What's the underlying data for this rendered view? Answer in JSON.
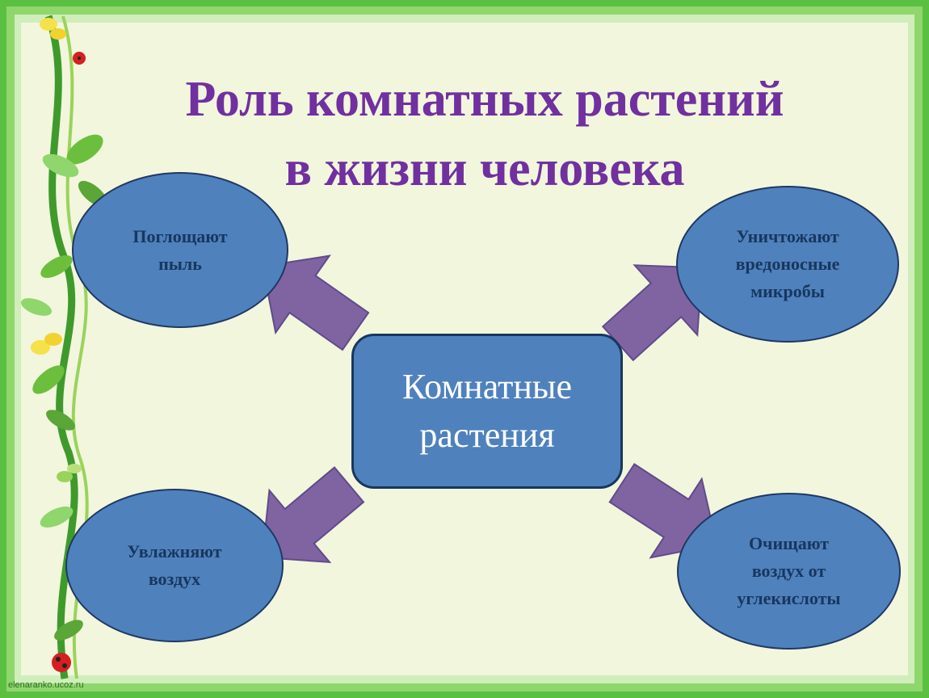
{
  "slide": {
    "title_line1": "Роль комнатных растений",
    "title_line2": "в жизни человека",
    "center": "Комнатные\nрастения",
    "nodes": [
      {
        "id": "top-left",
        "text": "Поглощают\nпыль"
      },
      {
        "id": "top-right",
        "text": "Уничтожают\nвредоносные\nмикробы"
      },
      {
        "id": "bottom-left",
        "text": "Увлажняют\nвоздух"
      },
      {
        "id": "bottom-right",
        "text": "Очищают\nвоздух от\nуглекислоты"
      }
    ],
    "watermark": "elenaranko.ucoz.ru"
  },
  "colors": {
    "title": "#7030a0",
    "node_fill": "#4f81bd",
    "node_text": "#17375e",
    "arrow_fill": "#8064a2",
    "panel": "#f2f6dc",
    "frame": "#5bbf42"
  },
  "decor_icons": [
    "vine-decoration",
    "butterfly-icon",
    "ladybug-icon",
    "leaf-icon"
  ]
}
